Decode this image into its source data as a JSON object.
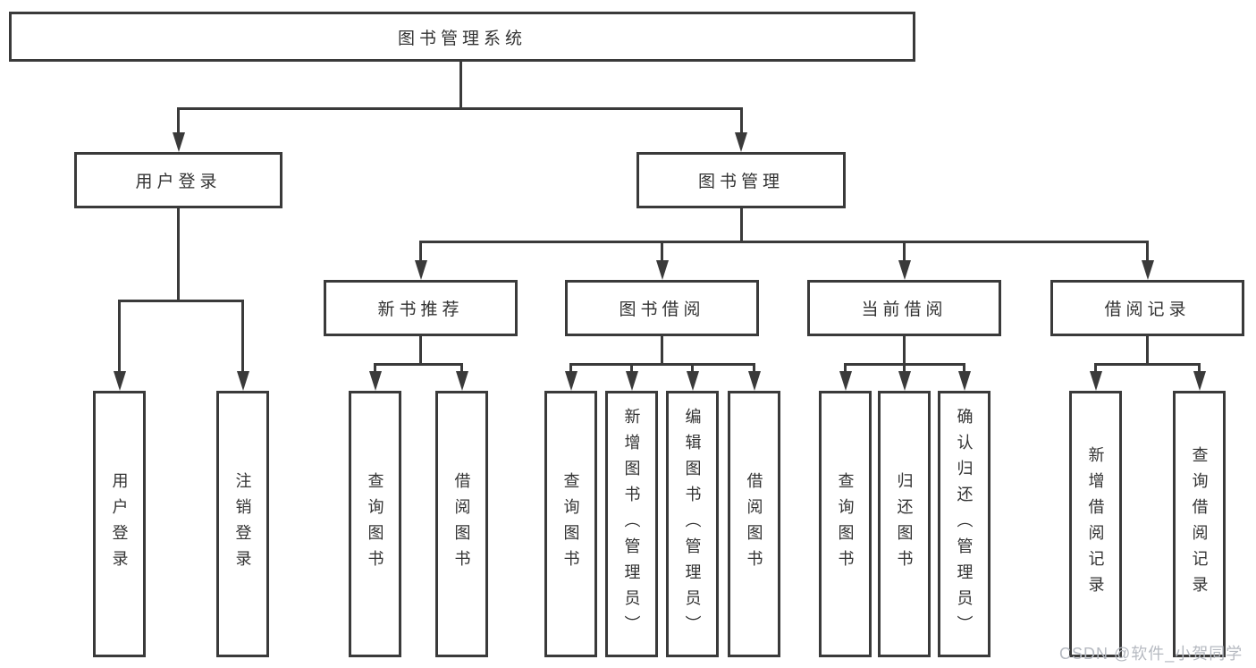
{
  "diagram_type": "hierarchy-tree",
  "colors": {
    "line": "#3a3a3a",
    "box_border": "#3a3a3a",
    "text": "#333333",
    "background": "#ffffff",
    "watermark": "#b6bac1"
  },
  "tree": {
    "root": "图书管理系统",
    "level2": [
      "用户登录",
      "图书管理"
    ],
    "level3": [
      "新书推荐",
      "图书借阅",
      "当前借阅",
      "借阅记录"
    ],
    "leaves": {
      "login": [
        "用户登录",
        "注销登录"
      ],
      "recommend": [
        "查询图书",
        "借阅图书"
      ],
      "borrow": [
        "查询图书",
        "新增图书（管理员）",
        "编辑图书（管理员）",
        "借阅图书"
      ],
      "current": [
        "查询图书",
        "归还图书",
        "确认归还（管理员）"
      ],
      "records": [
        "新增借阅记录",
        "查询借阅记录"
      ]
    }
  },
  "watermark": "CSDN @软件_小贺同学"
}
